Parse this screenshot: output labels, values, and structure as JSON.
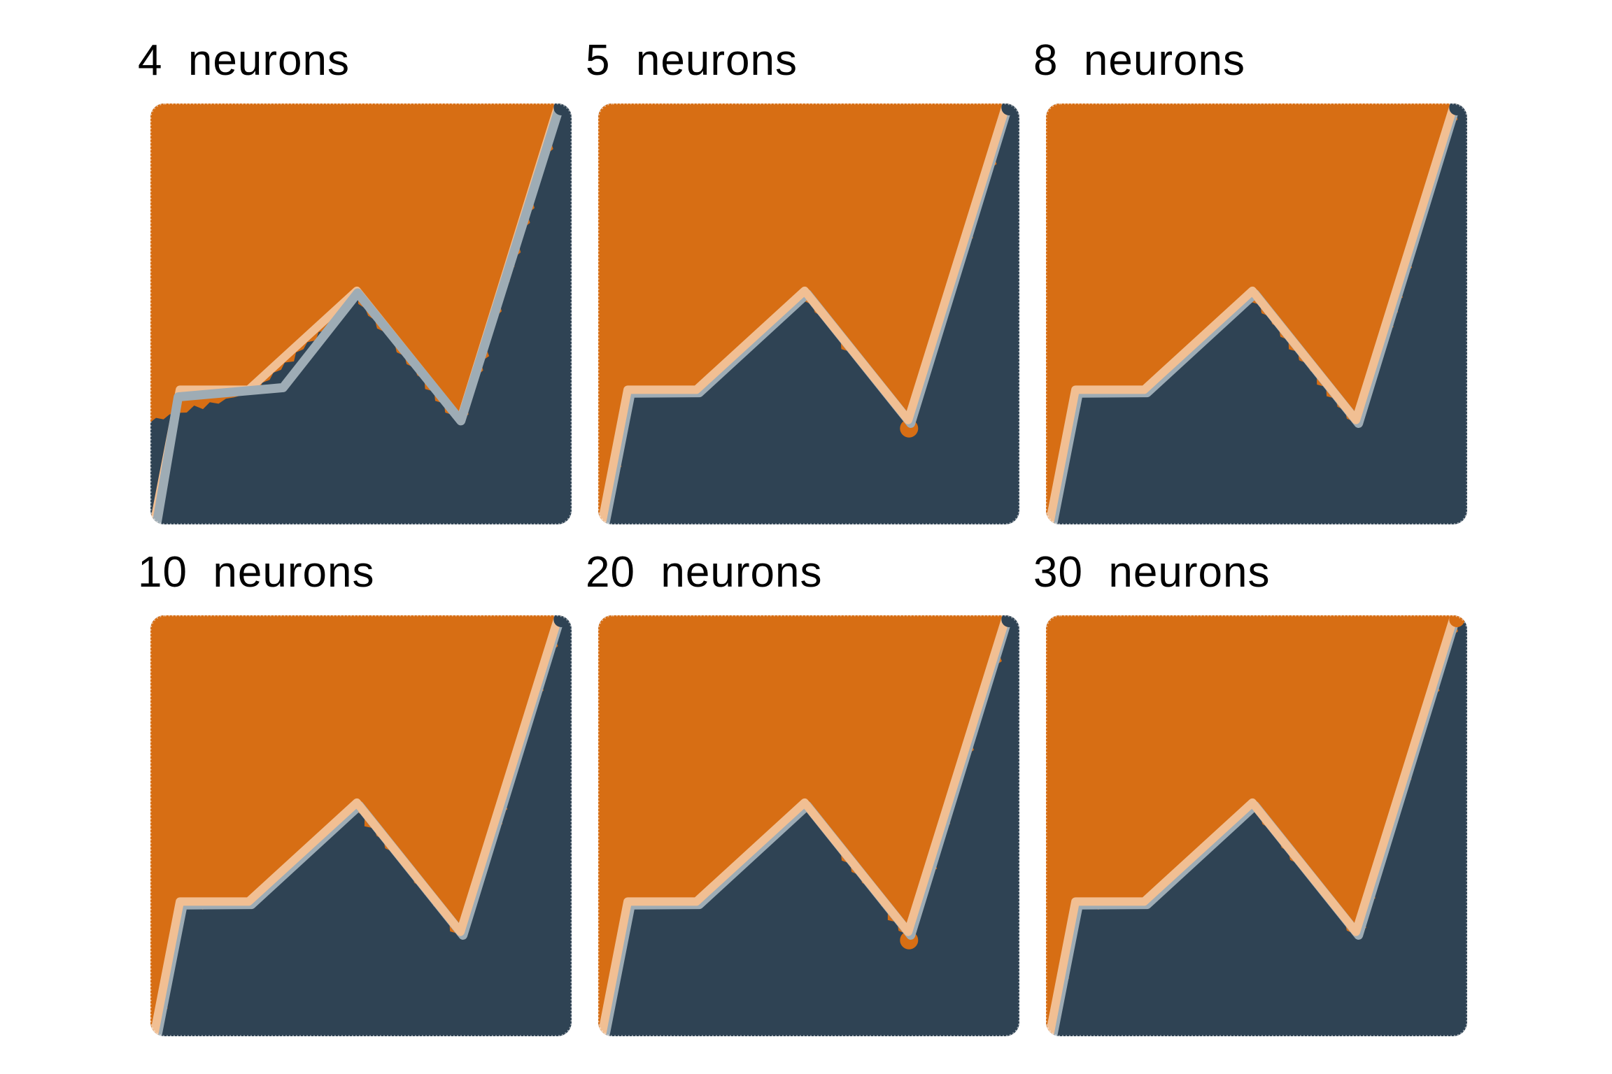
{
  "chart_data": {
    "type": "decision_boundary_grid",
    "description": "Six neural-network decision-boundary panels over a 1D piecewise-linear target function; orange = class above curve, dark = class below curve",
    "grid": {
      "rows": 2,
      "cols": 3
    },
    "panels": [
      {
        "label": "4  neurons",
        "neurons": 4
      },
      {
        "label": "5  neurons",
        "neurons": 5
      },
      {
        "label": "8  neurons",
        "neurons": 8
      },
      {
        "label": "10  neurons",
        "neurons": 10
      },
      {
        "label": "20  neurons",
        "neurons": 20
      },
      {
        "label": "30  neurons",
        "neurons": 30
      }
    ],
    "axis_range": {
      "x": [
        0,
        1
      ],
      "y": [
        0,
        1
      ]
    },
    "grid_lines": false,
    "legend": false,
    "true_function_breakpoints": [
      [
        0.008,
        0.0
      ],
      [
        0.07,
        0.32
      ],
      [
        0.233,
        0.32
      ],
      [
        0.49,
        0.555
      ],
      [
        0.736,
        0.248
      ],
      [
        0.973,
        1.0
      ]
    ]
  },
  "colors": {
    "background": "#ffffff",
    "class_above": "#D76E14",
    "class_below": "#2F4354",
    "true_line": "#F1BF93",
    "learned_line": "#9EACB5",
    "title_text": "#000000",
    "card_edge": "rgba(255,255,255,0.55)"
  },
  "layout": {
    "plot_size": 602,
    "col_lefts": [
      215,
      855,
      1495
    ],
    "row_tops": [
      148,
      880
    ],
    "title_dx": -18,
    "title_dy": -92,
    "corner_radius": 20,
    "true_line_width": 12,
    "gray_line_width": 13,
    "jag_step": 11,
    "jag_amp": 9,
    "jag_base": 3,
    "dot_radius": 11,
    "blob_radius": 13
  },
  "geometry": {
    "true_line": [
      [
        0.008,
        0.0
      ],
      [
        0.07,
        0.32
      ],
      [
        0.233,
        0.32
      ],
      [
        0.49,
        0.555
      ],
      [
        0.736,
        0.248
      ],
      [
        0.973,
        1.01
      ]
    ],
    "boundaries": {
      "standard": [
        [
          -0.01,
          -0.02
        ],
        [
          0.008,
          -0.02
        ],
        [
          0.07,
          0.32
        ],
        [
          0.233,
          0.32
        ],
        [
          0.49,
          0.553
        ],
        [
          0.736,
          0.246
        ],
        [
          0.978,
          1.02
        ]
      ],
      "left_flat": [
        [
          -0.02,
          0.25
        ],
        [
          0.06,
          0.27
        ],
        [
          0.102,
          0.287
        ],
        [
          0.235,
          0.316
        ],
        [
          0.49,
          0.545
        ],
        [
          0.736,
          0.248
        ],
        [
          0.978,
          1.02
        ]
      ]
    },
    "gray_lines": {
      "fit": [
        [
          0.014,
          -0.01
        ],
        [
          0.077,
          0.312
        ],
        [
          0.24,
          0.313
        ],
        [
          0.496,
          0.548
        ],
        [
          0.742,
          0.24
        ],
        [
          0.978,
          1.01
        ]
      ],
      "underfit4": [
        [
          0.013,
          -0.01
        ],
        [
          0.066,
          0.303
        ],
        [
          0.315,
          0.325
        ],
        [
          0.492,
          0.55
        ],
        [
          0.737,
          0.246
        ],
        [
          0.977,
          1.01
        ]
      ]
    },
    "top_dot": [
      0.9755,
      0.99
    ],
    "valley_blob": [
      0.738,
      0.228
    ]
  },
  "plots": [
    {
      "label": "4  neurons",
      "seed": 11,
      "boundary": "left_flat",
      "gray": "underfit4",
      "gray_on_top": true,
      "valley_blob": false,
      "dot_color": "dark"
    },
    {
      "label": "5  neurons",
      "seed": 22,
      "boundary": "standard",
      "gray": "fit",
      "gray_on_top": false,
      "valley_blob": true,
      "dot_color": "dark"
    },
    {
      "label": "8  neurons",
      "seed": 33,
      "boundary": "standard",
      "gray": "fit",
      "gray_on_top": false,
      "valley_blob": false,
      "dot_color": "dark"
    },
    {
      "label": "10  neurons",
      "seed": 44,
      "boundary": "standard",
      "gray": "fit",
      "gray_on_top": false,
      "valley_blob": false,
      "dot_color": "dark"
    },
    {
      "label": "20  neurons",
      "seed": 55,
      "boundary": "standard",
      "gray": "fit",
      "gray_on_top": false,
      "valley_blob": true,
      "dot_color": "dark"
    },
    {
      "label": "30  neurons",
      "seed": 66,
      "boundary": "standard",
      "gray": "fit",
      "gray_on_top": false,
      "valley_blob": false,
      "dot_color": "orange"
    }
  ]
}
